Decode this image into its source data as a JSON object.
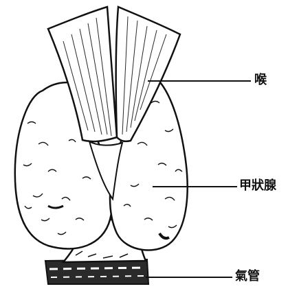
{
  "labels": {
    "larynx": "喉",
    "thyroid": "甲狀腺",
    "trachea": "氣管"
  },
  "colors": {
    "ink": "#111111",
    "background": "#ffffff"
  }
}
